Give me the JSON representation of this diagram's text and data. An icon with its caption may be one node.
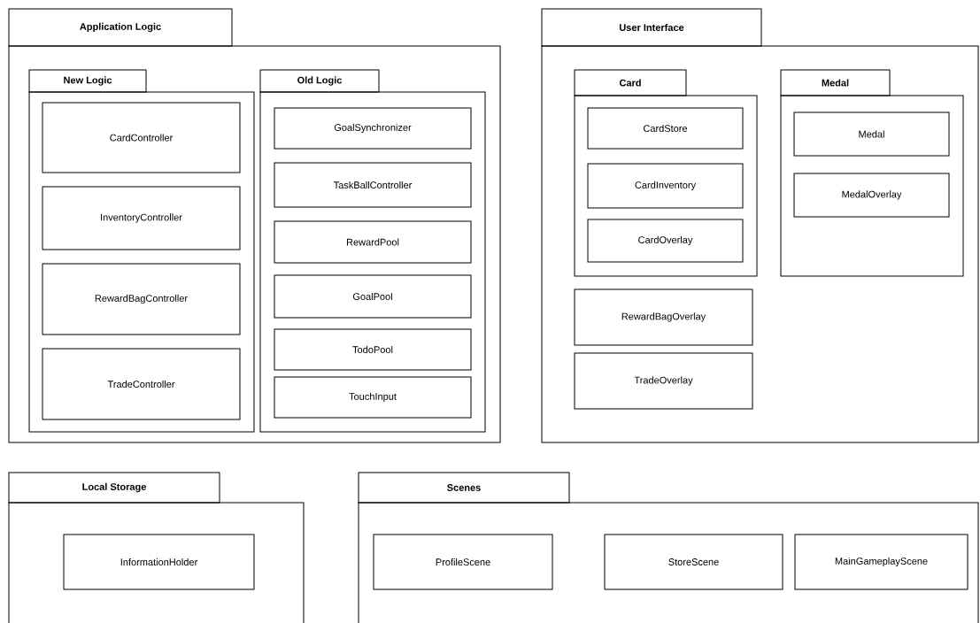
{
  "diagram": {
    "nodes": [
      {
        "text": [
          "Application Logic"
        ]
      },
      {
        "text": [
          "New Logic"
        ],
        "in": 0
      },
      {
        "text": [
          "CardController"
        ],
        "in": 1
      },
      {
        "text": [
          "InventoryController"
        ],
        "in": 1
      },
      {
        "text": [
          "RewardBagController"
        ],
        "in": 1
      },
      {
        "text": [
          "TradeController"
        ],
        "in": 1
      },
      {
        "text": [
          "Old Logic"
        ],
        "in": 0
      },
      {
        "text": [
          "GoalSynchronizer"
        ],
        "in": 6
      },
      {
        "text": [
          "TaskBallController"
        ],
        "in": 6
      },
      {
        "text": [
          "RewardPool"
        ],
        "in": 6
      },
      {
        "text": [
          "GoalPool"
        ],
        "in": 6
      },
      {
        "text": [
          "TodoPool"
        ],
        "in": 6
      },
      {
        "text": [
          "TouchInput"
        ],
        "in": 6
      },
      {
        "text": [
          "User Interface"
        ]
      },
      {
        "text": [
          "Card"
        ],
        "in": 13
      },
      {
        "text": [
          "CardStore"
        ],
        "in": 14
      },
      {
        "text": [
          "CardInventory"
        ],
        "in": 14
      },
      {
        "text": [
          "CardOverlay"
        ],
        "in": 14
      },
      {
        "text": [
          "Medal"
        ],
        "in": 13
      },
      {
        "text": [
          "Medal"
        ],
        "in": 18
      },
      {
        "text": [
          "MedalOverlay"
        ],
        "in": 18
      },
      {
        "text": [
          "RewardBagOverlay"
        ],
        "in": 13
      },
      {
        "text": [
          "TradeOverlay"
        ],
        "in": 13
      },
      {
        "text": [
          "Local Storage"
        ]
      },
      {
        "text": [
          "InformationHolder"
        ],
        "in": 23
      },
      {
        "text": [
          "Scenes"
        ]
      },
      {
        "text": [
          "ProfileScene"
        ],
        "in": 25
      },
      {
        "text": [
          "StoreScene"
        ],
        "in": 25
      },
      {
        "text": [
          "MainGameplayScene"
        ],
        "in": 25
      }
    ]
  }
}
